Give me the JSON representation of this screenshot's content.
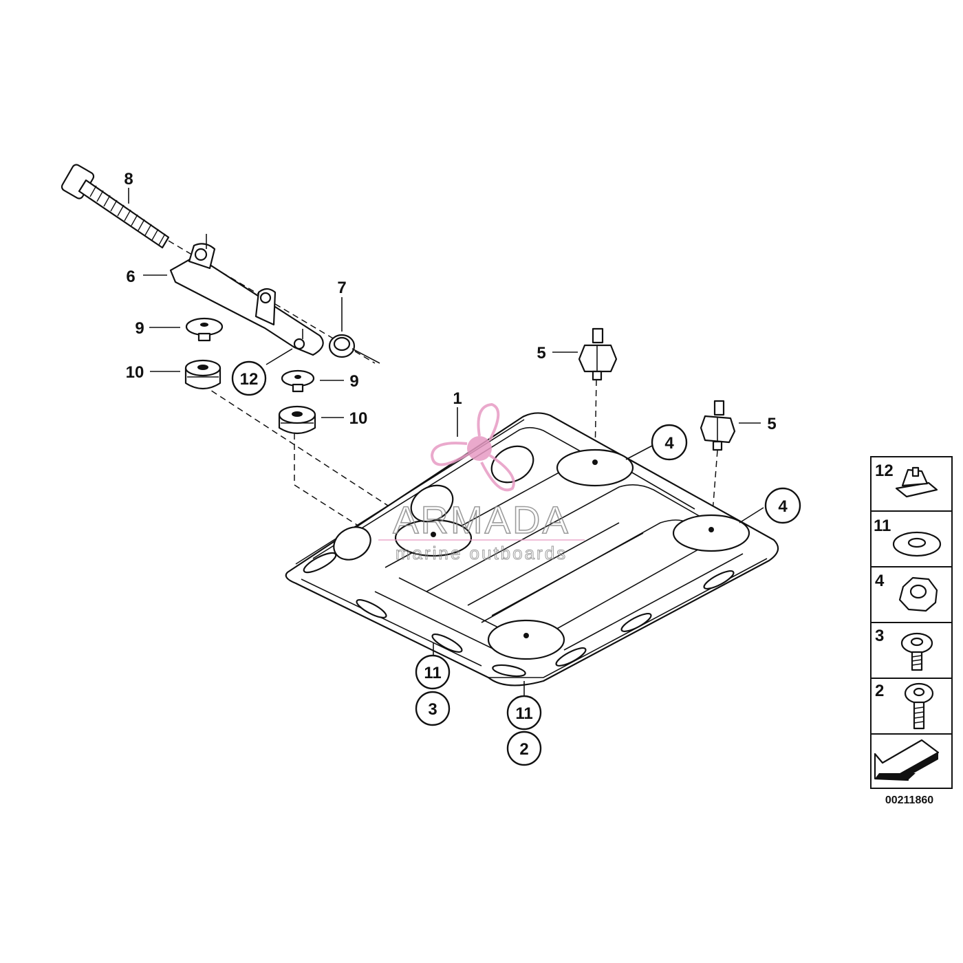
{
  "callouts": {
    "c1": "1",
    "c2": "2",
    "c3": "3",
    "c4a": "4",
    "c4b": "4",
    "c5a": "5",
    "c5b": "5",
    "c6": "6",
    "c7": "7",
    "c8": "8",
    "c9a": "9",
    "c9b": "9",
    "c10a": "10",
    "c10b": "10",
    "c11a": "11",
    "c11b": "11",
    "c12": "12"
  },
  "legend": {
    "items": [
      {
        "label": "12",
        "part": "clip-nut"
      },
      {
        "label": "11",
        "part": "washer"
      },
      {
        "label": "4",
        "part": "hex-nut"
      },
      {
        "label": "3",
        "part": "short-screw"
      },
      {
        "label": "2",
        "part": "long-screw"
      }
    ],
    "arrow_icon": "direction-arrow-icon"
  },
  "diagram_code": "00211860",
  "watermark": {
    "brand": "ARMADA",
    "tagline": "marine outboards",
    "logo_icon": "propeller-logo-icon",
    "color": "#e79bc4"
  }
}
